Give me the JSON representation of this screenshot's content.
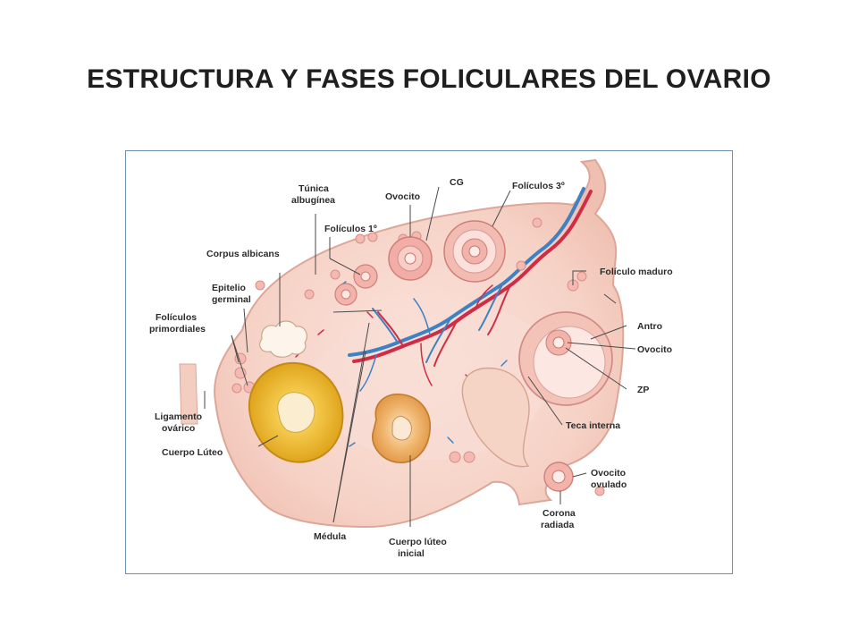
{
  "slide": {
    "title": "ESTRUCTURA Y FASES FOLICULARES DEL OVARIO"
  },
  "diagram": {
    "labels": {
      "tunica_1": "Túnica",
      "tunica_2": "albugínea",
      "ovocito_top": "Ovocito",
      "cg": "CG",
      "foliculos_3": "Folículos 3º",
      "foliculos_1": "Folículos 1º",
      "corpus_albicans": "Corpus albicans",
      "epitelio_1": "Epitelio",
      "epitelio_2": "germinal",
      "primordiales_1": "Folículos",
      "primordiales_2": "primordiales",
      "ligamento_1": "Ligamento",
      "ligamento_2": "ovárico",
      "cuerpo_luteo": "Cuerpo Lúteo",
      "medula": "Médula",
      "cuerpo_luteo_inicial_1": "Cuerpo lúteo",
      "cuerpo_luteo_inicial_2": "inicial",
      "foliculo_maduro": "Folículo maduro",
      "antro": "Antro",
      "ovocito_right": "Ovocito",
      "zp": "ZP",
      "teca_interna": "Teca interna",
      "ovocito_ovulado_1": "Ovocito",
      "ovocito_ovulado_2": "ovulado",
      "corona_1": "Corona",
      "corona_2": "radiada"
    }
  }
}
